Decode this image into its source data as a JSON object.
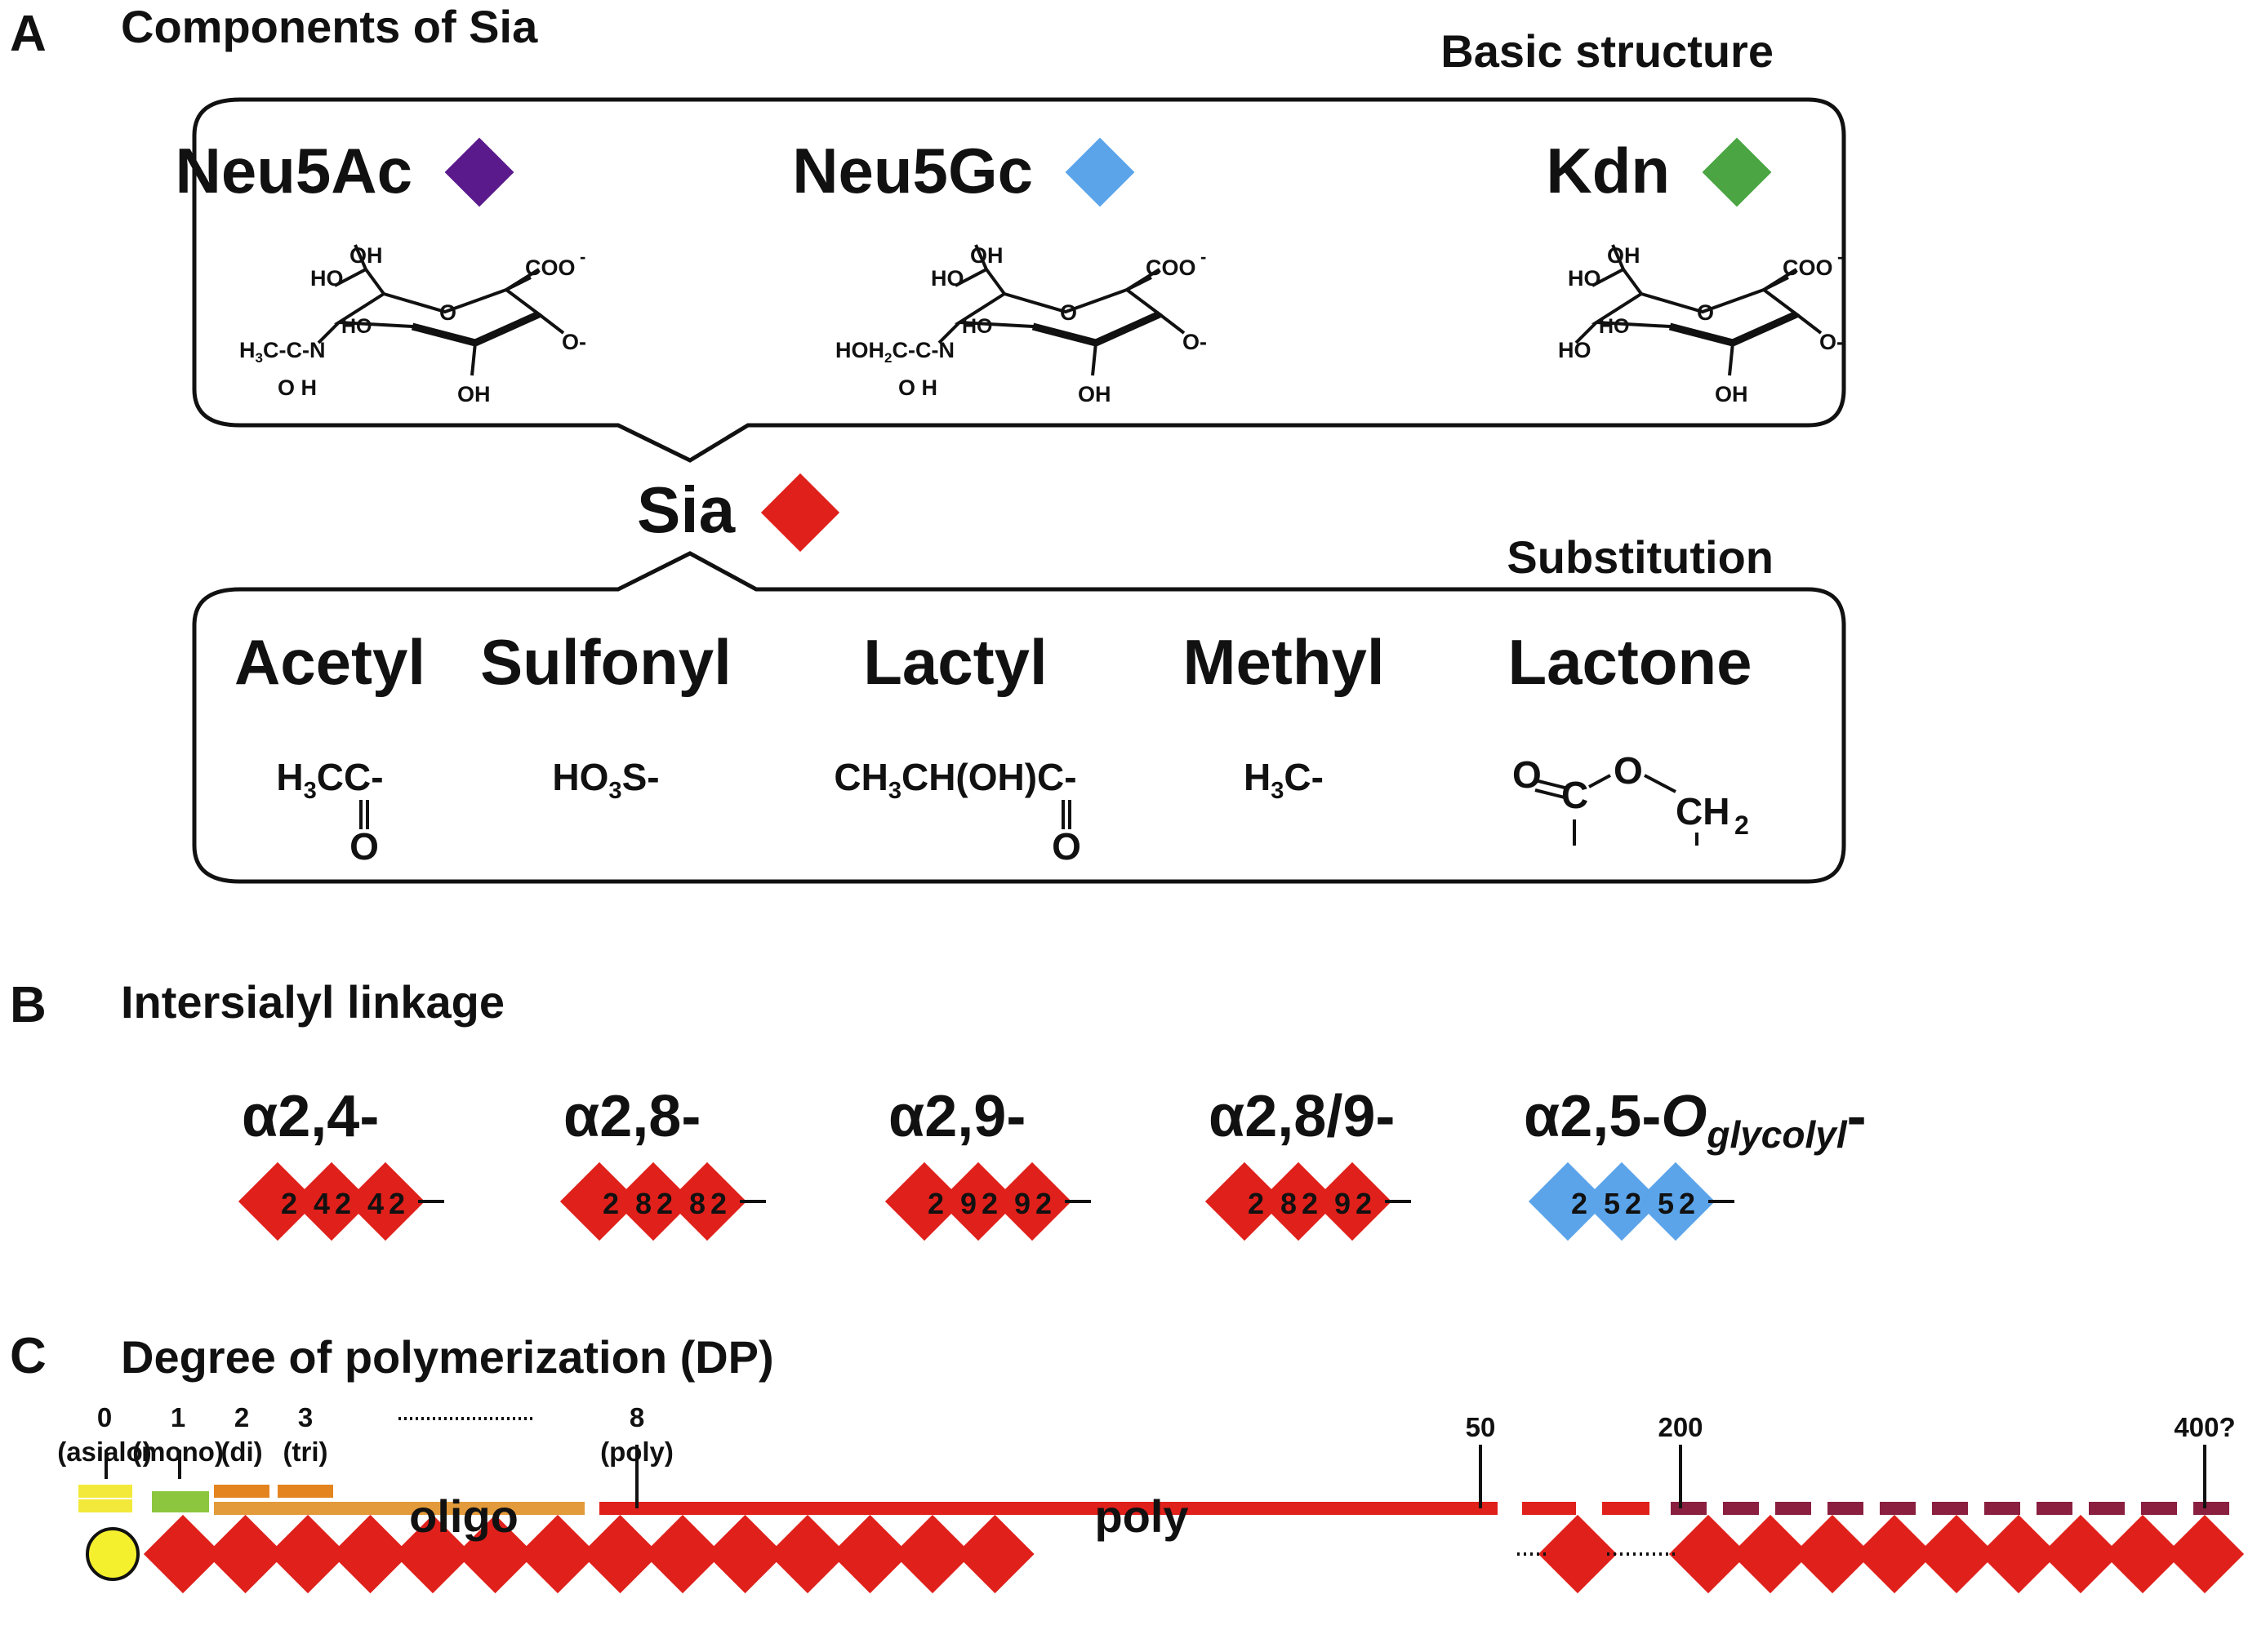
{
  "panel_a": {
    "letter": "A",
    "title": "Components of Sia",
    "basic_label": "Basic structure",
    "subst_label": "Substitution",
    "sia_label": "Sia",
    "sia_color": "#e0201b",
    "sia_types": [
      {
        "name": "Neu5Ac",
        "color": "#5b1a8c",
        "structure": {
          "ho_top": "HO",
          "oh_top": "OH",
          "coo": "COO",
          "charge": "-",
          "ring_ho": "HO",
          "ring_o": "O",
          "o_minus": "O-",
          "oh_bottom": "OH",
          "r_group": "H3C-C-N",
          "r_carbonyl": "O H"
        }
      },
      {
        "name": "Neu5Gc",
        "color": "#5ba4ea",
        "structure": {
          "ho_top": "HO",
          "oh_top": "OH",
          "coo": "COO",
          "charge": "-",
          "ring_ho": "HO",
          "ring_o": "O",
          "o_minus": "O-",
          "oh_bottom": "OH",
          "r_group": "HOH2C-C-N",
          "r_carbonyl": "O H"
        }
      },
      {
        "name": "Kdn",
        "color": "#4aa542",
        "structure": {
          "ho_top": "HO",
          "oh_top": "OH",
          "coo": "COO",
          "charge": "-",
          "ring_ho": "HO",
          "ring_o": "O",
          "o_minus": "O-",
          "oh_bottom": "OH",
          "r_group": "HO",
          "r_carbonyl": ""
        }
      }
    ],
    "substitutions": [
      {
        "name": "Acetyl",
        "formula": "H3CC-",
        "below": "O"
      },
      {
        "name": "Sulfonyl",
        "formula": "HO3S-",
        "below": ""
      },
      {
        "name": "Lactyl",
        "formula": "CH3CH(OH)C-",
        "below": "O"
      },
      {
        "name": "Methyl",
        "formula": "H3C-",
        "below": ""
      },
      {
        "name": "Lactone",
        "formula": "O=C-O-CH2",
        "below": ""
      }
    ],
    "lactone": {
      "o1": "O",
      "c": "C",
      "o2": "O",
      "ch": "CH",
      "sub": "2"
    }
  },
  "panel_b": {
    "letter": "B",
    "title": "Intersialyl linkage",
    "linkages": [
      {
        "label": "α2,4-",
        "color": "#e0201b",
        "numbers": [
          "2",
          "4",
          "2",
          "4",
          "2"
        ]
      },
      {
        "label": "α2,8-",
        "color": "#e0201b",
        "numbers": [
          "2",
          "8",
          "2",
          "8",
          "2"
        ]
      },
      {
        "label": "α2,9-",
        "color": "#e0201b",
        "numbers": [
          "2",
          "9",
          "2",
          "9",
          "2"
        ]
      },
      {
        "label": "α2,8/9-",
        "color": "#e0201b",
        "numbers": [
          "2",
          "8",
          "2",
          "9",
          "2"
        ]
      },
      {
        "label": "α2,5-Oglycolyl-",
        "color": "#5ba4ea",
        "numbers": [
          "2",
          "5",
          "2",
          "5",
          "2"
        ],
        "label_parts": {
          "prefix": "α2,5-",
          "italic": "O",
          "subscript": "glycolyl",
          "suffix": "-"
        }
      }
    ]
  },
  "panel_c": {
    "letter": "C",
    "title": "Degree of polymerization (DP)",
    "ticks": [
      {
        "value": "0",
        "note": "(asialo)"
      },
      {
        "value": "1",
        "note": "(mono)"
      },
      {
        "value": "2",
        "note": "(di)"
      },
      {
        "value": "3",
        "note": "(tri)"
      },
      {
        "value": "8",
        "note": "(poly)"
      },
      {
        "value": "50",
        "note": ""
      },
      {
        "value": "200",
        "note": ""
      },
      {
        "value": "400?",
        "note": ""
      }
    ],
    "range_labels": {
      "oligo": "oligo",
      "poly": "poly"
    },
    "colors": {
      "asialo": "#f3e93a",
      "mono": "#8cc63f",
      "di_tri": "#e4841f",
      "oligo": "#e39a3a",
      "poly": "#e0201b",
      "long": "#8a1f3f",
      "circle": "#f5f02e",
      "diamond": "#e0201b"
    }
  }
}
